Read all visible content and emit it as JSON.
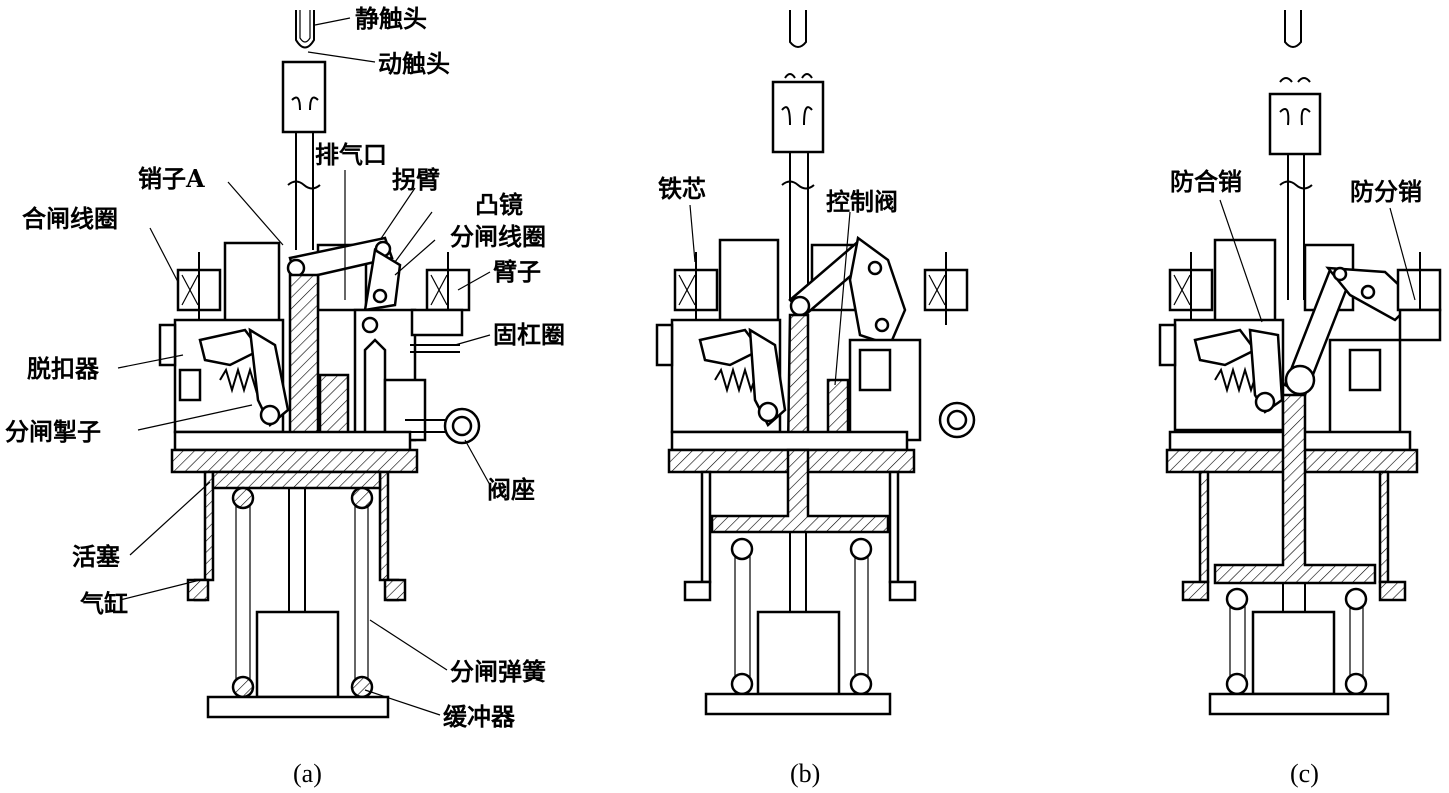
{
  "labels": {
    "static_contact": "静触头",
    "moving_contact": "动触头",
    "pin_a": "销子A",
    "exhaust": "排气口",
    "crank_arm": "拐臂",
    "cam": "凸镜",
    "trip_coil": "分闸线圈",
    "close_coil": "合闸线圈",
    "arm": "臂子",
    "fixing_ring": "固杠圈",
    "release": "脱扣器",
    "trip_latch": "分闸掣子",
    "valve_seat": "阀座",
    "piston": "活塞",
    "cylinder": "气缸",
    "trip_spring": "分闸弹簧",
    "buffer": "缓冲器",
    "iron_core": "铁芯",
    "control_valve": "控制阀",
    "anti_close_pin": "防合销",
    "anti_open_pin": "防分销"
  },
  "captions": {
    "a": "(a)",
    "b": "(b)",
    "c": "(c)"
  }
}
